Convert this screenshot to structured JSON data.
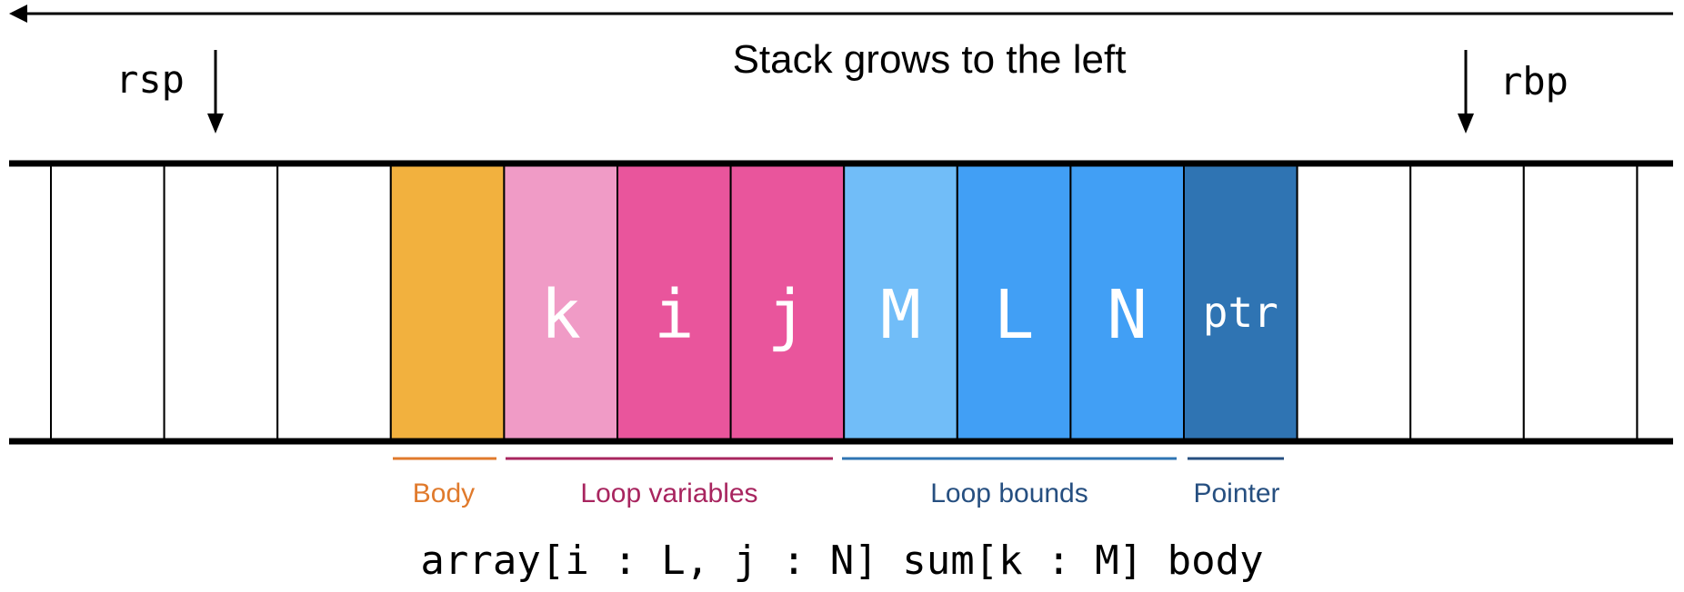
{
  "header": {
    "direction_label": "Stack grows to the left"
  },
  "registers": {
    "rsp": "rsp",
    "rbp": "rbp"
  },
  "cells": [
    {
      "label": "",
      "fill": "#ffffff",
      "text_color": "#ffffff"
    },
    {
      "label": "",
      "fill": "#ffffff",
      "text_color": "#ffffff"
    },
    {
      "label": "",
      "fill": "#ffffff",
      "text_color": "#ffffff"
    },
    {
      "label": "",
      "fill": "#f2b13e",
      "text_color": "#ffffff"
    },
    {
      "label": "k",
      "fill": "#f09bc6",
      "text_color": "#ffffff"
    },
    {
      "label": "i",
      "fill": "#e9559c",
      "text_color": "#ffffff"
    },
    {
      "label": "j",
      "fill": "#e9559c",
      "text_color": "#ffffff"
    },
    {
      "label": "M",
      "fill": "#71bdf8",
      "text_color": "#ffffff"
    },
    {
      "label": "L",
      "fill": "#419ff5",
      "text_color": "#ffffff"
    },
    {
      "label": "N",
      "fill": "#419ff5",
      "text_color": "#ffffff"
    },
    {
      "label": "ptr",
      "fill": "#2f74b3",
      "text_color": "#ffffff"
    },
    {
      "label": "",
      "fill": "#ffffff",
      "text_color": "#ffffff"
    },
    {
      "label": "",
      "fill": "#ffffff",
      "text_color": "#ffffff"
    },
    {
      "label": "",
      "fill": "#ffffff",
      "text_color": "#ffffff"
    }
  ],
  "groups": [
    {
      "label": "Body",
      "color": "#e07a2c"
    },
    {
      "label": "Loop variables",
      "color": "#a8255f"
    },
    {
      "label": "Loop bounds",
      "color": "#264f80"
    },
    {
      "label": "Pointer",
      "color": "#264f80"
    }
  ],
  "code": "array[i : L, j : N] sum[k : M] body",
  "colors": {
    "line": "#000000",
    "background": "#ffffff"
  }
}
